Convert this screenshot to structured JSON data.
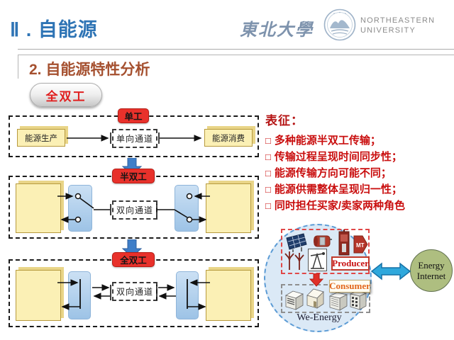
{
  "header": {
    "title": "Ⅱ . 自能源",
    "university_cn": "東北大學",
    "university_en1": "NORTHEASTERN",
    "university_en2": "UNIVERSITY"
  },
  "subtitle": "2. 自能源特性分析",
  "pill": "全双工",
  "sections": {
    "producer_label": "能源生产",
    "consumer_label": "能源消费",
    "simplex": {
      "badge": "单工",
      "channel": "单向通道"
    },
    "half": {
      "badge": "半双工",
      "channel": "双向通道"
    },
    "full": {
      "badge": "全双工",
      "channel": "双向通道"
    }
  },
  "traits": {
    "heading": "表征：",
    "bullet": "□",
    "items": [
      "多种能源半双工传输；",
      "传输过程呈现时间同步性；",
      "能源传输方向可能不同；",
      "能源供需整体呈现归一性；",
      "同时担任买家/卖家两种角色"
    ]
  },
  "we_energy": {
    "producer": "Producer",
    "consumer": "Consumer",
    "label": "We-Energy",
    "mt": "MT"
  },
  "energy_internet": {
    "line1": "Energy",
    "line2": "Internet"
  },
  "colors": {
    "title_blue": "#2E74B5",
    "subtitle_rust": "#A5502F",
    "badge_red": "#E8312B",
    "trait_red": "#C90E0E",
    "arrow_blue": "#3E7EC8",
    "panel_blue": "#9DC3E6",
    "box_yellow": "#FBF0B5",
    "we_circle_fill": "#DBE9F6",
    "internet_green": "#AEBE80",
    "double_arrow_blue": "#2FA8DC"
  }
}
